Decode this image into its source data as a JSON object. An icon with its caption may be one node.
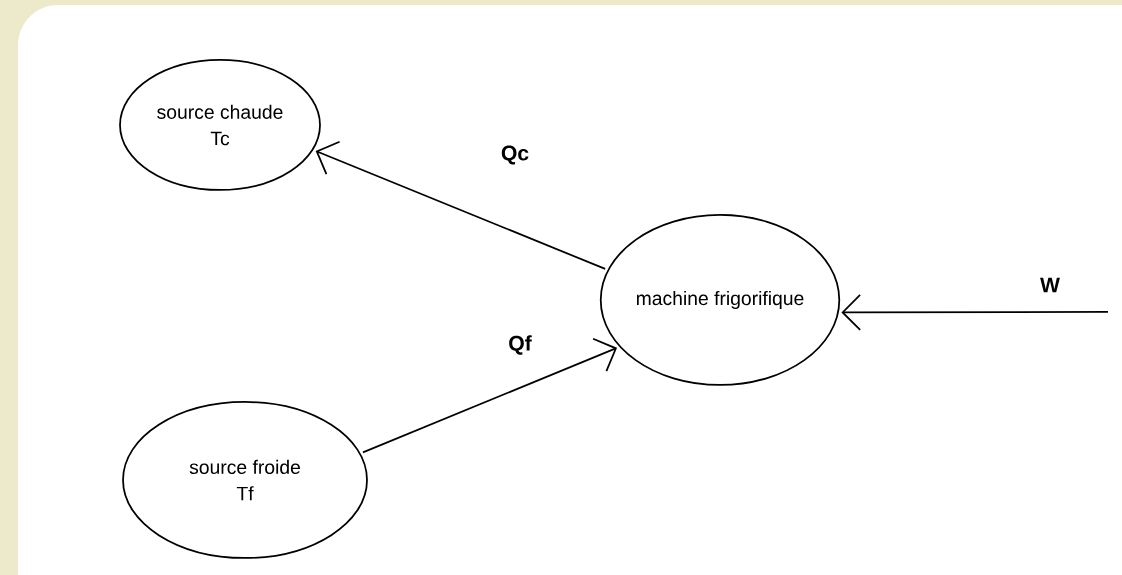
{
  "diagram": {
    "nodes": [
      {
        "text": [
          "source chaude",
          "Tc"
        ]
      },
      {
        "text": [
          "source froide",
          "Tf"
        ]
      },
      {
        "text": [
          "machine frigorifique"
        ]
      }
    ],
    "edges": [
      {
        "from": 2,
        "to": 0,
        "arrow": "to",
        "label": "Qc"
      },
      {
        "from": 1,
        "to": 2,
        "arrow": "to",
        "label": "Qf"
      },
      {
        "from": null,
        "to": 2,
        "arrow": "to",
        "label": "W"
      }
    ]
  }
}
